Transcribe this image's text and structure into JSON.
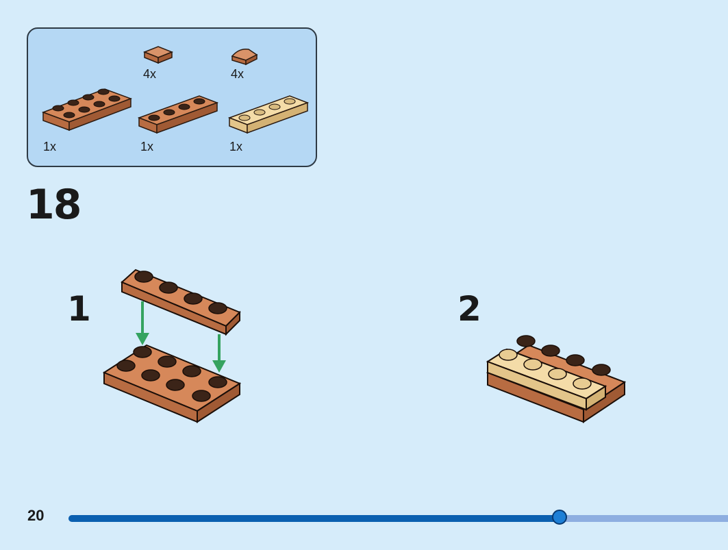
{
  "parts_panel": {
    "items": [
      {
        "name": "tile 1x1 reddish brown",
        "quantity": "4x"
      },
      {
        "name": "quarter round tile reddish brown",
        "quantity": "4x"
      },
      {
        "name": "plate 2x4 reddish brown",
        "quantity": "1x"
      },
      {
        "name": "plate 1x4 reddish brown",
        "quantity": "1x"
      },
      {
        "name": "plate 1x4 tan",
        "quantity": "1x"
      }
    ]
  },
  "step": {
    "number": "18",
    "substeps": [
      {
        "number": "1"
      },
      {
        "number": "2"
      }
    ]
  },
  "colors": {
    "background": "#d6ecfa",
    "panel": "#b5d8f4",
    "reddish_brown": "#c77b4f",
    "tan": "#f0d59c",
    "arrow": "#35a360",
    "progress_fill": "#0b60b0",
    "progress_track": "#8eaee0"
  },
  "footer": {
    "page_number": "20",
    "progress_fraction": 0.745
  }
}
